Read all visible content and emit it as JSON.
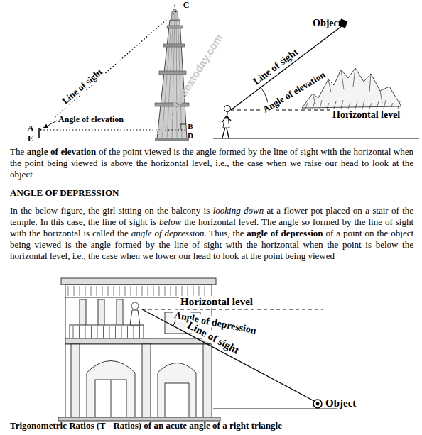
{
  "diagram": {
    "labels": [
      "C",
      "Line of sight",
      "Angle of elevation",
      "A",
      "E",
      "B",
      "D",
      "Object",
      "Line of sight",
      "Angle of elevation",
      "Horizontal level",
      "www.studiestoday.com",
      "The",
      "angle of elevation",
      "of the point viewed is the angle formed by the line of sight with the horizontal when the point being viewed is above the horizontal level, i.e., the case when we raise our head to look at the object",
      "ANGLE OF DEPRESSION",
      "In the below figure, the girl sitting on the balcony is",
      "looking down",
      "at a flower pot placed on a stair of the temple. In this case, the line of sight is",
      "below",
      "the horizontal level. The angle so formed by the line of sight with the horizontal is called the",
      "angle of depression",
      ". Thus, the",
      "angle of depression",
      "of a point on the object being viewed is the angle formed by the line of sight with the horizontal when the point is below the horizontal level, i.e., the case when we lower our head to look at the point being viewed",
      "Horizontal level",
      "Angle of depression",
      "Line of sight",
      "Object",
      "Trigonometric Ratios (T - Ratios) of an acute angle of a right triangle"
    ]
  }
}
